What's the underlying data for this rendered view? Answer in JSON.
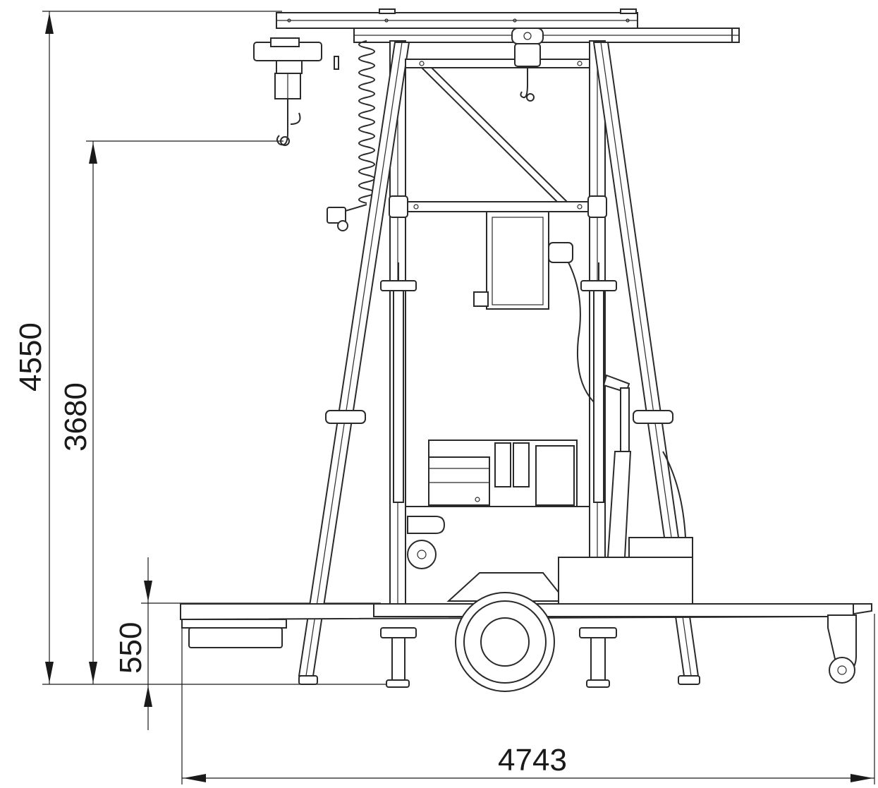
{
  "diagram": {
    "dimensions": {
      "total_height": "4550",
      "hook_height": "3680",
      "platform_height": "550",
      "total_length": "4743"
    }
  }
}
